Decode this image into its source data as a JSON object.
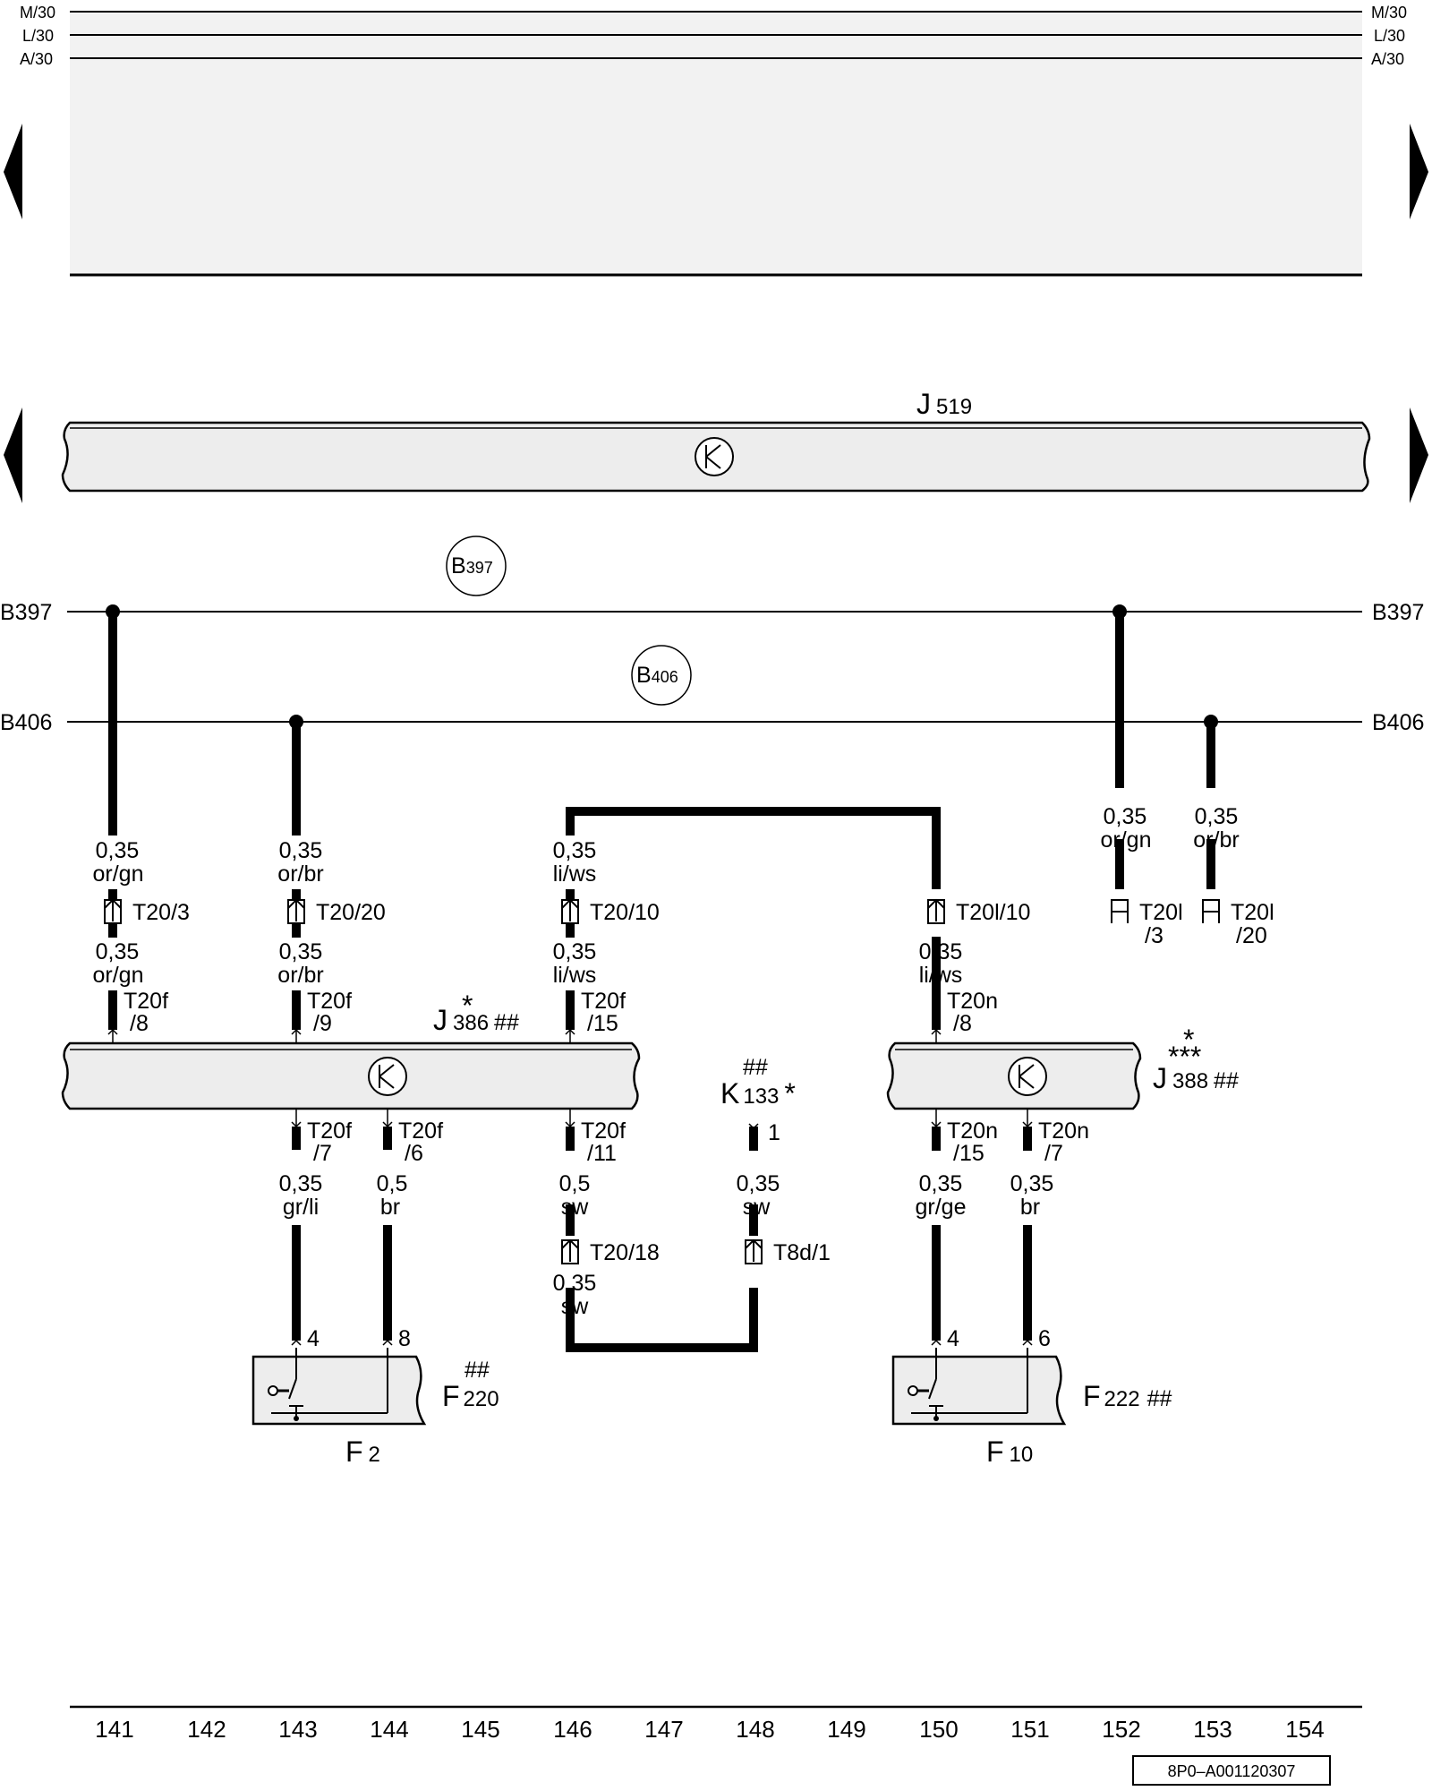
{
  "rails": {
    "top": [
      {
        "left": "M/30",
        "right": "M/30"
      },
      {
        "left": "L/30",
        "right": "L/30"
      },
      {
        "left": "A/30",
        "right": "A/30"
      }
    ],
    "b397": {
      "left": "B397",
      "right": "B397",
      "circle_main": "B",
      "circle_sub": "397"
    },
    "b406": {
      "left": "B406",
      "right": "B406",
      "circle_main": "B",
      "circle_sub": "406"
    }
  },
  "modules": {
    "j519": {
      "main": "J",
      "sub": "519"
    },
    "j386": {
      "main": "J",
      "sub": "386",
      "mark_top": "*",
      "mark_right": "##"
    },
    "j388": {
      "main": "J",
      "sub": "388",
      "mark_top": "*",
      "mark_top2": "***",
      "mark_right": "##"
    },
    "k133": {
      "main": "K",
      "sub": "133",
      "mark_top": "##",
      "mark_right": "*",
      "pin": "1"
    },
    "f2": {
      "main": "F",
      "sub": "2"
    },
    "f10": {
      "main": "F",
      "sub": "10"
    },
    "f220": {
      "main": "F",
      "sub": "220",
      "mark_top": "##"
    },
    "f222": {
      "main": "F",
      "sub": "222",
      "mark_right": "##"
    }
  },
  "wires": {
    "c141": {
      "gauge_a": "0,35",
      "color_a": "or/gn",
      "conn": "T20/3",
      "gauge_b": "0,35",
      "color_b": "or/gn",
      "pin1": "T20f",
      "pin2": "/8"
    },
    "c143": {
      "gauge_a": "0,35",
      "color_a": "or/br",
      "conn": "T20/20",
      "gauge_b": "0,35",
      "color_b": "or/br",
      "pin1": "T20f",
      "pin2": "/9",
      "low_pin1": "T20f",
      "low_pin2": "/7",
      "low_gauge": "0,35",
      "low_color": "gr/li",
      "f_pin": "4"
    },
    "c144": {
      "low_pin1": "T20f",
      "low_pin2": "/6",
      "low_gauge": "0,5",
      "low_color": "br",
      "f_pin": "8"
    },
    "c146": {
      "gauge_a": "0,35",
      "color_a": "li/ws",
      "conn": "T20/10",
      "gauge_b": "0,35",
      "color_b": "li/ws",
      "pin1": "T20f",
      "pin2": "/15",
      "low_pin1": "T20f",
      "low_pin2": "/11",
      "low_gauge": "0,5",
      "low_color": "sw",
      "low_conn": "T20/18",
      "low_gauge2": "0,35",
      "low_color2": "sw"
    },
    "c148": {
      "gauge": "0,35",
      "color": "sw",
      "conn": "T8d/1"
    },
    "c150": {
      "conn": "T20l/10",
      "gauge_b": "0,35",
      "color_b": "li/ws",
      "pin1": "T20n",
      "pin2": "/8",
      "low_pin1": "T20n",
      "low_pin2": "/15",
      "low_gauge": "0,35",
      "low_color": "gr/ge",
      "f_pin": "4"
    },
    "c151": {
      "low_pin1": "T20n",
      "low_pin2": "/7",
      "low_gauge": "0,35",
      "low_color": "br",
      "f_pin": "6"
    },
    "c152": {
      "gauge": "0,35",
      "color": "or/gn",
      "conn1": "T20l",
      "conn2": "/3"
    },
    "c153": {
      "gauge": "0,35",
      "color": "or/br",
      "conn1": "T20l",
      "conn2": "/20"
    }
  },
  "axis": {
    "numbers": [
      "141",
      "142",
      "143",
      "144",
      "145",
      "146",
      "147",
      "148",
      "149",
      "150",
      "151",
      "152",
      "153",
      "154"
    ]
  },
  "footer": {
    "code": "8P0–A001120307"
  },
  "colors": {
    "ink": "#000000",
    "shade": "#f2f2f2",
    "module_fill": "#ededed"
  }
}
